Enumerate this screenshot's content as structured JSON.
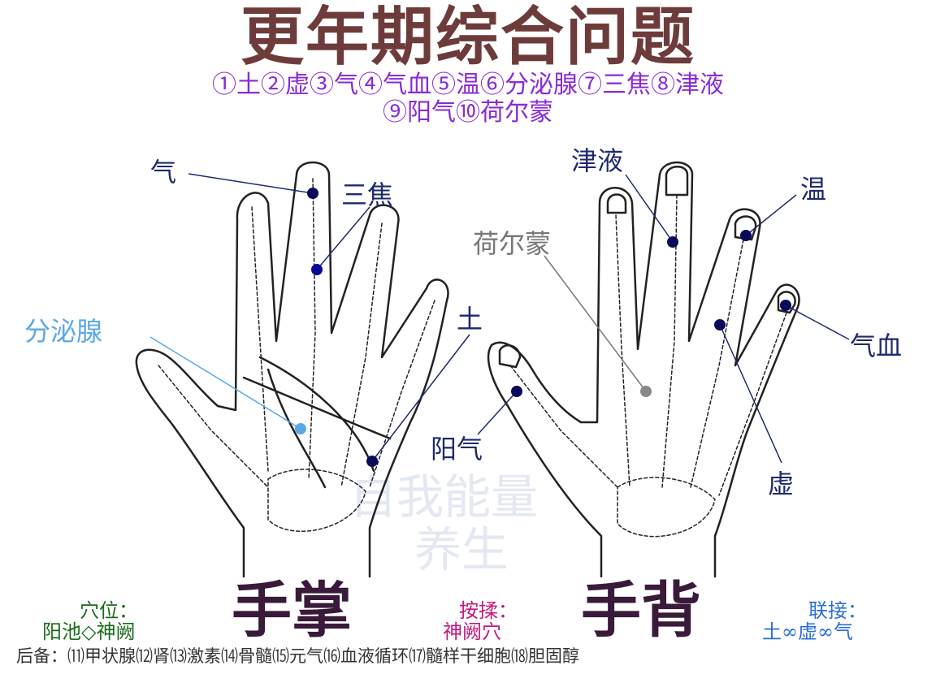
{
  "title": "更年期综合问题",
  "items_line1": "①土②虚③气④气血⑤温⑥分泌腺⑦三焦⑧津液",
  "items_line2": "⑨阳气⑩荷尔蒙",
  "palm": {
    "caption": "手掌",
    "labels": {
      "qi": "气",
      "sanjiao": "三焦",
      "fenmixian": "分泌腺",
      "tu": "土"
    }
  },
  "back": {
    "caption": "手背",
    "labels": {
      "jinye": "津液",
      "wen": "温",
      "heermeng": "荷尔蒙",
      "qixue": "气血",
      "yangqi": "阳气",
      "xu": "虚"
    }
  },
  "acupoint": {
    "heading": "穴位：",
    "value": "阳池◇神阙"
  },
  "massage": {
    "heading": "按揉：",
    "value": "神阙穴"
  },
  "link": {
    "heading": "联接：",
    "value": "土∞虚∞气"
  },
  "footer": "后备：⑾甲状腺⑿肾⒀激素⒁骨髓⒂元气⒃血液循环⒄髓样干细胞⒅胆固醇",
  "watermark": {
    "line1": "自我能量",
    "line2": "养生"
  },
  "colors": {
    "title": "#6e3b3b",
    "items": "#8a2bd6",
    "label": "#1e2a6e",
    "fenmixian": "#5aa8e6",
    "heermeng": "#777777"
  }
}
